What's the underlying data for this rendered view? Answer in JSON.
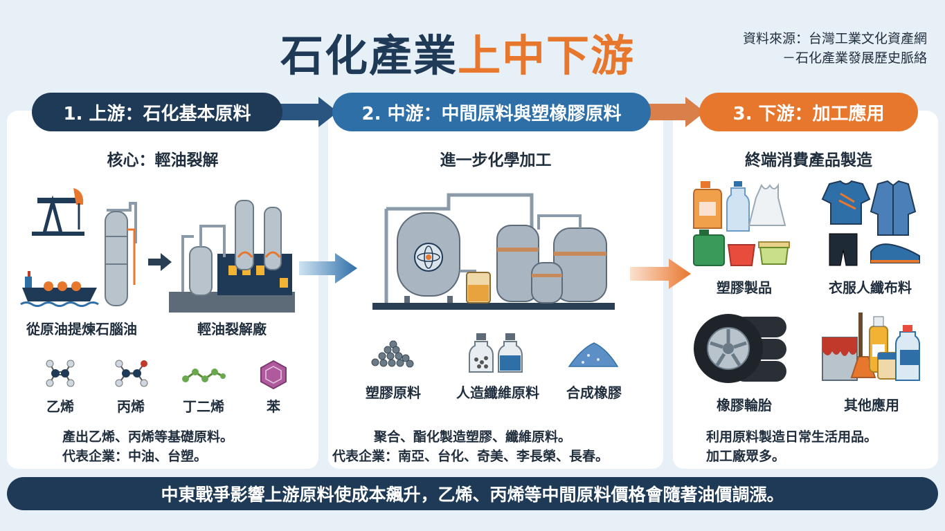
{
  "title": {
    "part1": "石化產業",
    "part2": "上中下游"
  },
  "source": {
    "line1": "資料來源：台灣工業文化資產網",
    "line2": "－石化產業發展歷史脈絡"
  },
  "upstream": {
    "header": "1. 上游：石化基本原料",
    "subtitle": "核心：輕油裂解",
    "label_extract": "從原油提煉石腦油",
    "label_cracker": "輕油裂解廠",
    "molecules": [
      "乙烯",
      "丙烯",
      "丁二烯",
      "苯"
    ],
    "desc1": "產出乙烯、丙烯等基礎原料。",
    "desc2": "代表企業：中油、台塑。"
  },
  "midstream": {
    "header": "2. 中游：中間原料與塑橡膠原料",
    "subtitle": "進一步化學加工",
    "materials": [
      "塑膠原料",
      "人造纖維原料",
      "合成橡膠"
    ],
    "desc1": "聚合、酯化製造塑膠、纖維原料。",
    "desc2": "代表企業：南亞、台化、奇美、李長榮、長春。"
  },
  "downstream": {
    "header": "3. 下游：加工應用",
    "subtitle": "終端消費產品製造",
    "products": [
      "塑膠製品",
      "衣服人纖布料",
      "橡膠輪胎",
      "其他應用"
    ],
    "desc1": "利用原料製造日常生活用品。",
    "desc2": "加工廠眾多。"
  },
  "footer": "中東戰爭影響上游原料使成本飆升，乙烯、丙烯等中間原料價格會隨著油價調漲。",
  "colors": {
    "navy": "#1e3a56",
    "blue": "#2f6fa8",
    "orange": "#e8772e"
  }
}
